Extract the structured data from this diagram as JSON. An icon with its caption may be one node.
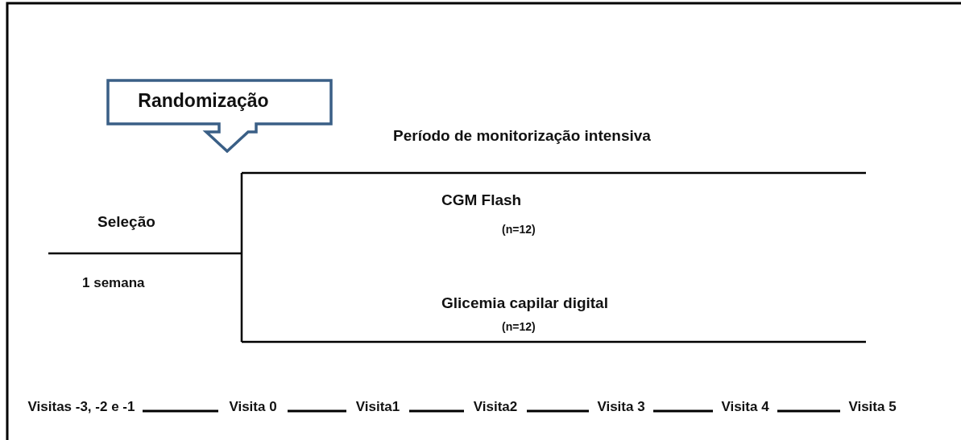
{
  "diagram": {
    "nodes": [
      {
        "text": [
          "Randomização"
        ]
      },
      {
        "text": [
          "Visitas -3, -2 e -1"
        ]
      },
      {
        "text": [
          "Visita 0"
        ]
      },
      {
        "text": [
          "Visita1"
        ]
      },
      {
        "text": [
          "Visita2"
        ]
      },
      {
        "text": [
          "Visita 3"
        ]
      },
      {
        "text": [
          "Visita 4"
        ]
      },
      {
        "text": [
          "Visita 5"
        ]
      }
    ],
    "edges": [
      {
        "from": 1,
        "to": 2,
        "arrow": "none"
      },
      {
        "from": 2,
        "to": 3,
        "arrow": "none"
      },
      {
        "from": 3,
        "to": 4,
        "arrow": "none"
      },
      {
        "from": 4,
        "to": 5,
        "arrow": "none"
      },
      {
        "from": 5,
        "to": 6,
        "arrow": "none"
      },
      {
        "from": 6,
        "to": 7,
        "arrow": "none"
      }
    ],
    "labels": [
      "Período de monitorização intensiva",
      "Seleção",
      "CGM Flash",
      "(n=12)",
      "1 semana",
      "Glicemia capilar digital",
      "(n=12)"
    ]
  }
}
